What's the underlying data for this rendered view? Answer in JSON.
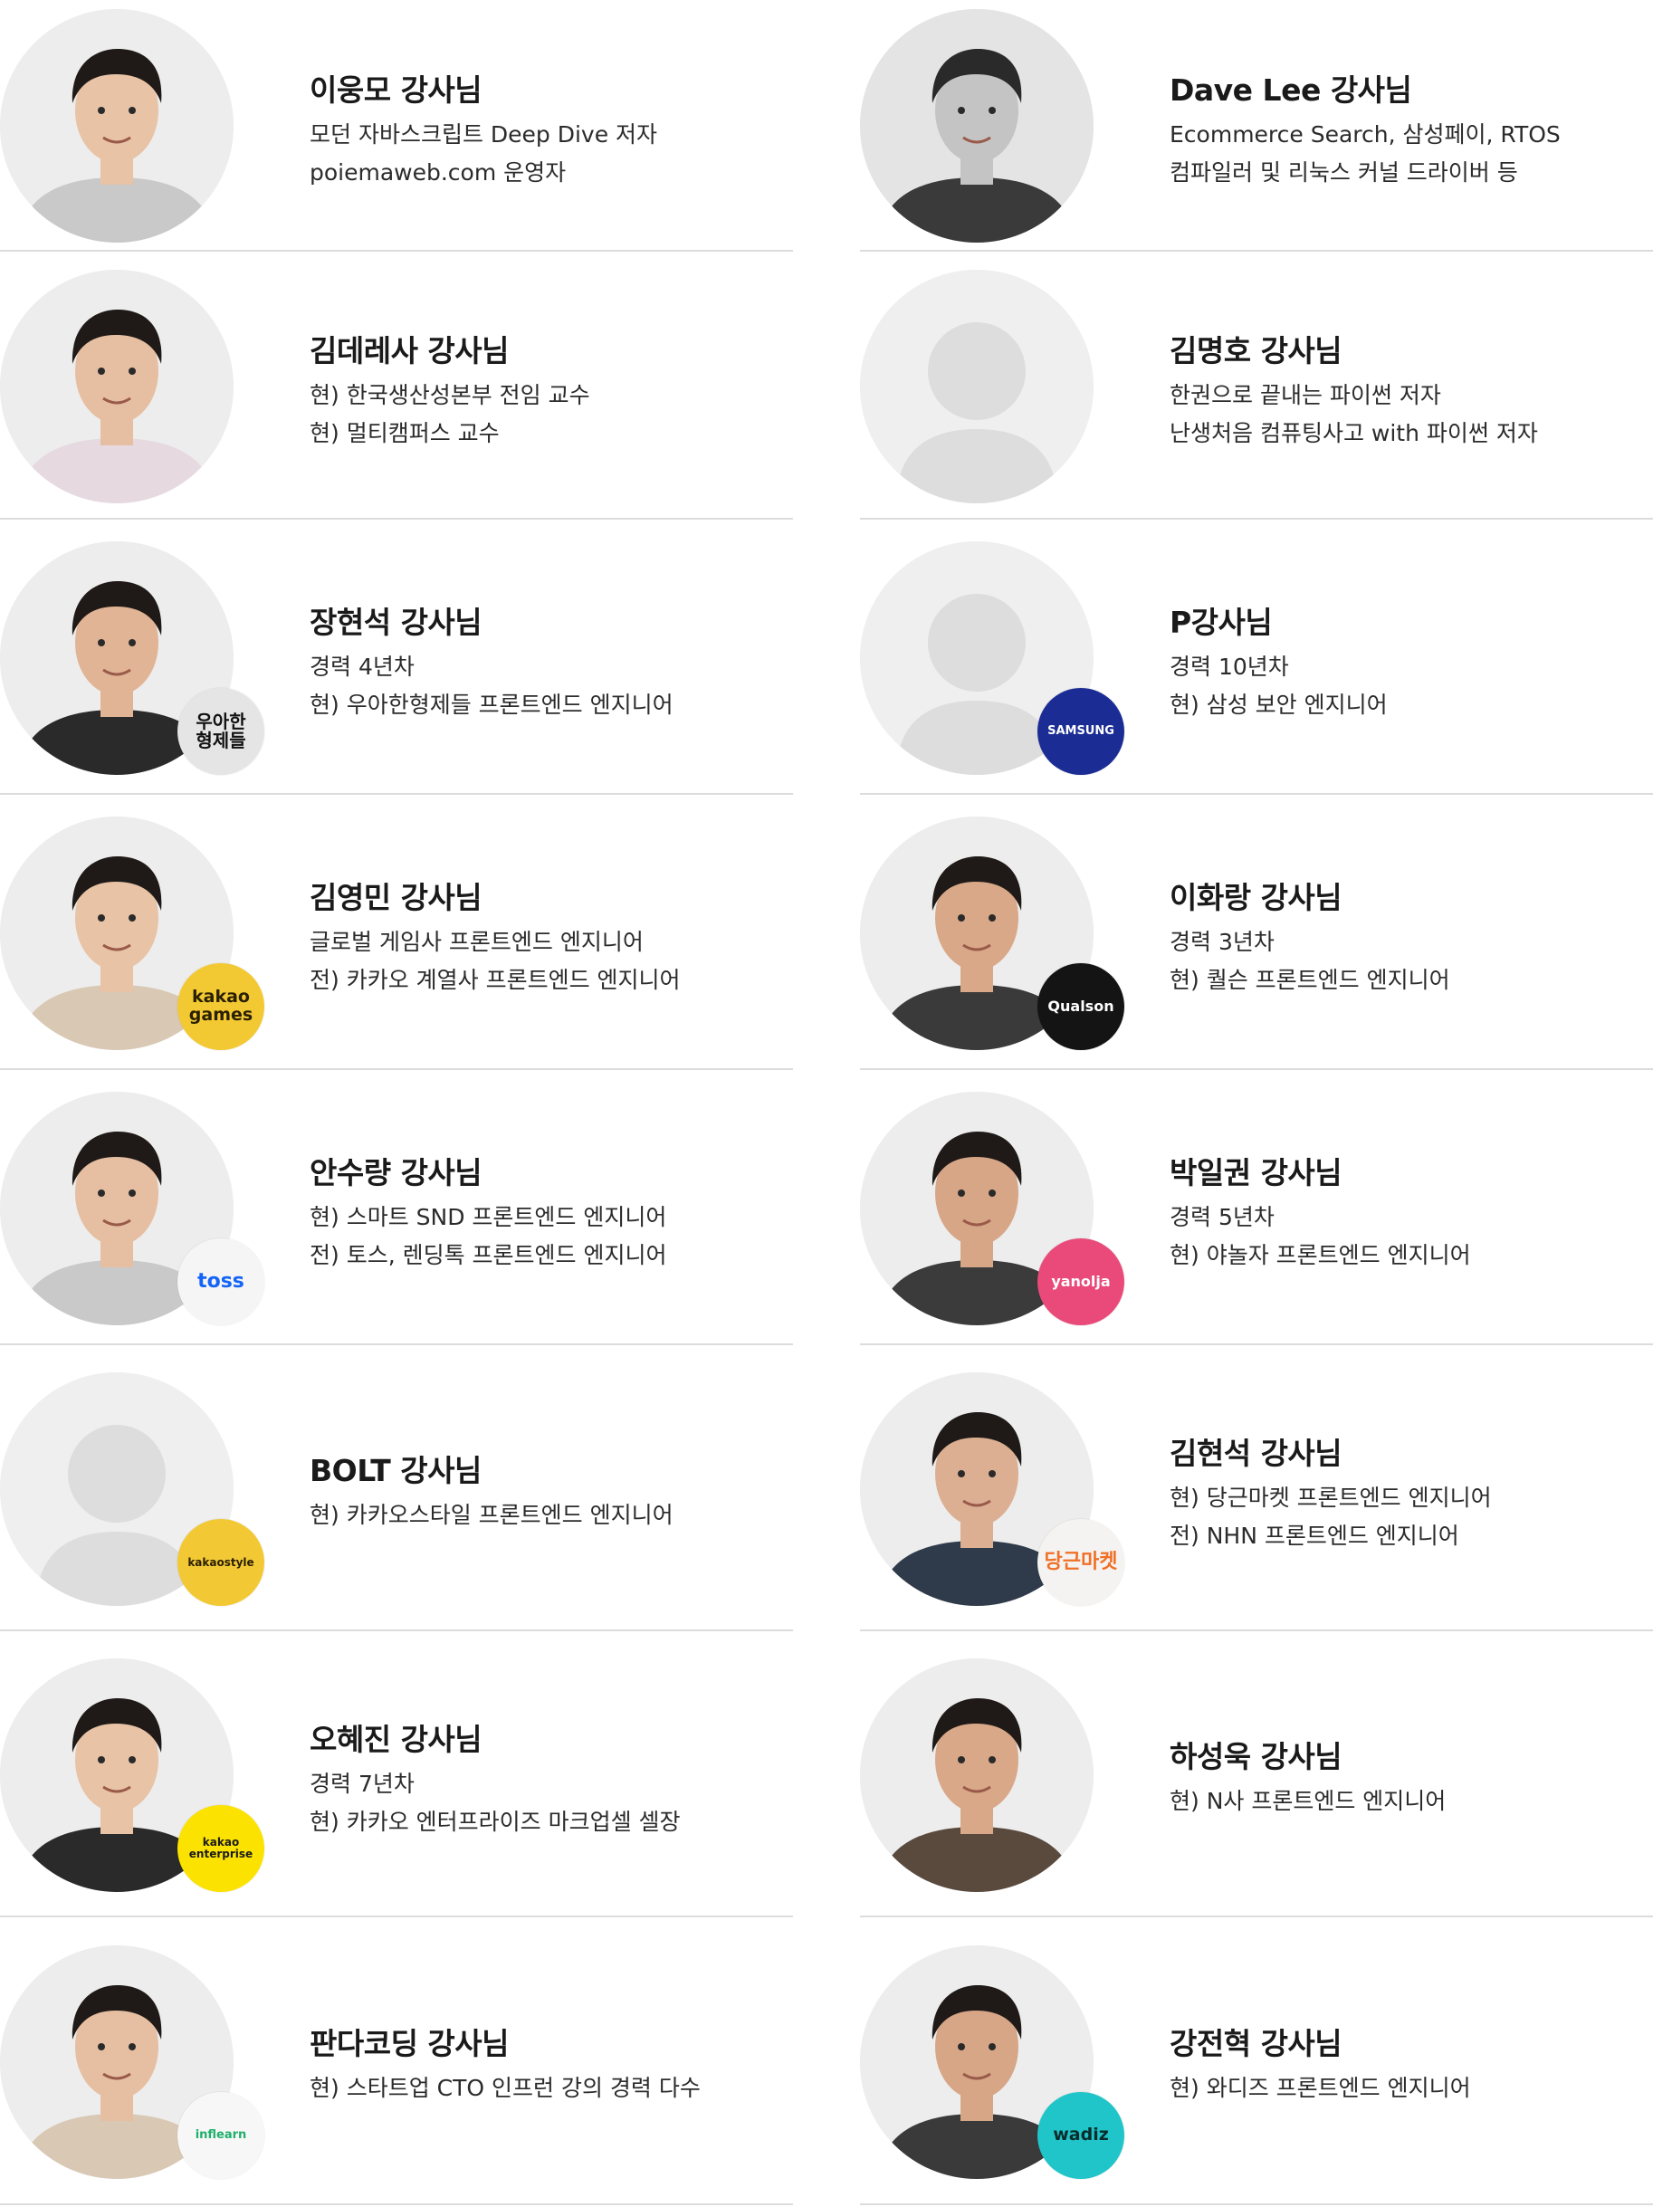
{
  "instructors": [
    {
      "name": "이웅모 강사님",
      "lines": [
        "모던 자바스크립트 Deep Dive 저자",
        "poiemaweb.com 운영자"
      ],
      "badge": null,
      "avatar": "photo",
      "photo_style": "color"
    },
    {
      "name": "Dave Lee 강사님",
      "lines": [
        "Ecommerce Search, 삼성페이, RTOS",
        "컴파일러 및 리눅스 커널 드라이버 등"
      ],
      "badge": null,
      "avatar": "photo",
      "photo_style": "grayscale"
    },
    {
      "name": "김데레사 강사님",
      "lines": [
        "현) 한국생산성본부 전임 교수",
        "현) 멀티캠퍼스 교수"
      ],
      "badge": null,
      "avatar": "photo",
      "photo_style": "color"
    },
    {
      "name": "김명호 강사님",
      "lines": [
        "한권으로 끝내는 파이썬 저자",
        "난생처음 컴퓨팅사고 with 파이썬 저자"
      ],
      "badge": null,
      "avatar": "placeholder"
    },
    {
      "name": "장현석 강사님",
      "lines": [
        "경력 4년차",
        "현) 우아한형제들 프론트엔드 엔지니어"
      ],
      "badge": {
        "text": "우아한\n형제들",
        "bg": "#e5e5e5",
        "fg": "#111111",
        "icon": "woowahan-logo-icon"
      },
      "avatar": "photo",
      "photo_style": "color"
    },
    {
      "name": "P강사님",
      "lines": [
        "경력 10년차",
        "현) 삼성 보안 엔지니어"
      ],
      "badge": {
        "text": "SAMSUNG",
        "bg": "#1b2d94",
        "fg": "#ffffff",
        "icon": "samsung-logo-icon"
      },
      "avatar": "placeholder"
    },
    {
      "name": "김영민 강사님",
      "lines": [
        "글로벌 게임사 프론트엔드 엔지니어",
        "전) 카카오 계열사 프론트엔드 엔지니어"
      ],
      "badge": {
        "text": "kakao\ngames",
        "bg": "#f3c933",
        "fg": "#2a1f00",
        "icon": "kakao-games-logo-icon"
      },
      "avatar": "photo",
      "photo_style": "color"
    },
    {
      "name": "이화랑 강사님",
      "lines": [
        "경력 3년차",
        "현) 퀄슨 프론트엔드 엔지니어"
      ],
      "badge": {
        "text": "Qualson",
        "bg": "#141414",
        "fg": "#ffffff",
        "icon": "qualson-logo-icon"
      },
      "avatar": "photo",
      "photo_style": "color"
    },
    {
      "name": "안수량 강사님",
      "lines": [
        "현) 스마트 SND 프론트엔드 엔지니어",
        "전) 토스, 렌딩톡 프론트엔드 엔지니어"
      ],
      "badge": {
        "text": "toss",
        "bg": "#f5f5f5",
        "fg": "#1464f6",
        "icon": "toss-logo-icon"
      },
      "avatar": "photo",
      "photo_style": "color"
    },
    {
      "name": "박일권 강사님",
      "lines": [
        "경력 5년차",
        "현) 야놀자 프론트엔드 엔지니어"
      ],
      "badge": {
        "text": "yanolja",
        "bg": "#e94a7a",
        "fg": "#ffffff",
        "icon": "yanolja-logo-icon"
      },
      "avatar": "photo",
      "photo_style": "color"
    },
    {
      "name": "BOLT 강사님",
      "lines": [
        "현) 카카오스타일 프론트엔드 엔지니어"
      ],
      "badge": {
        "text": "kakaostyle",
        "bg": "#f2c935",
        "fg": "#2a1f00",
        "icon": "kakaostyle-logo-icon"
      },
      "avatar": "placeholder"
    },
    {
      "name": "김현석 강사님",
      "lines": [
        "현) 당근마켓 프론트엔드 엔지니어",
        "전) NHN 프론트엔드 엔지니어"
      ],
      "badge": {
        "text": "당근마켓",
        "bg": "#f5f3f1",
        "fg": "#f07027",
        "icon": "daangn-logo-icon"
      },
      "avatar": "photo",
      "photo_style": "color"
    },
    {
      "name": "오혜진 강사님",
      "lines": [
        "경력 7년차",
        "현) 카카오 엔터프라이즈 마크업셀 셀장"
      ],
      "badge": {
        "text": "kakao\nenterprise",
        "bg": "#fbe200",
        "fg": "#1a1a1a",
        "icon": "kakao-enterprise-logo-icon"
      },
      "avatar": "photo",
      "photo_style": "color"
    },
    {
      "name": "하성욱 강사님",
      "lines": [
        "현) N사 프론트엔드 엔지니어"
      ],
      "badge": null,
      "avatar": "photo",
      "photo_style": "color"
    },
    {
      "name": "판다코딩 강사님",
      "lines": [
        "현) 스타트업 CTO 인프런 강의 경력 다수"
      ],
      "badge": {
        "text": "inflearn",
        "bg": "#f7f7f7",
        "fg": "#1fb06b",
        "icon": "inflearn-logo-icon"
      },
      "avatar": "photo",
      "photo_style": "color"
    },
    {
      "name": "강전혁 강사님",
      "lines": [
        "현) 와디즈 프론트엔드 엔지니어"
      ],
      "badge": {
        "text": "wadiz",
        "bg": "#1fc5c9",
        "fg": "#0a2b2b",
        "icon": "wadiz-logo-icon"
      },
      "avatar": "photo",
      "photo_style": "color"
    }
  ]
}
